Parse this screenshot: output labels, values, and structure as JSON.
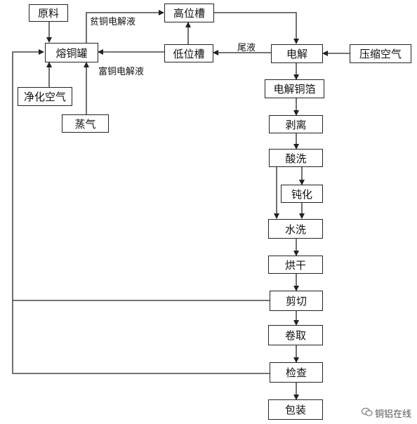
{
  "nodes": {
    "raw_material": "原料",
    "melting_tank": "熔铜罐",
    "purified_air": "净化空气",
    "steam": "蒸气",
    "high_tank": "高位槽",
    "low_tank": "低位槽",
    "electrolysis": "电解",
    "compressed_air": "压缩空气",
    "copper_foil": "电解铜箔",
    "peeling": "剥离",
    "pickling": "酸洗",
    "passivation": "钝化",
    "water_wash": "水洗",
    "drying": "烘干",
    "cutting": "剪切",
    "coiling": "卷取",
    "inspection": "检查",
    "packing": "包装"
  },
  "edge_labels": {
    "lean_electrolyte": "贫铜电解液",
    "rich_electrolyte": "富铜电解液",
    "tail_liquid": "尾液"
  },
  "watermark": {
    "text": "铜铝在线",
    "icon": "wechat-icon"
  }
}
